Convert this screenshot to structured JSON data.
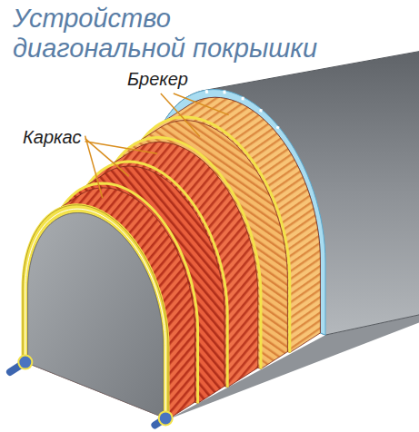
{
  "diagram": {
    "title": "Устройство диагональной покрышки",
    "labels": [
      "Брекер",
      "Каркас"
    ]
  }
}
